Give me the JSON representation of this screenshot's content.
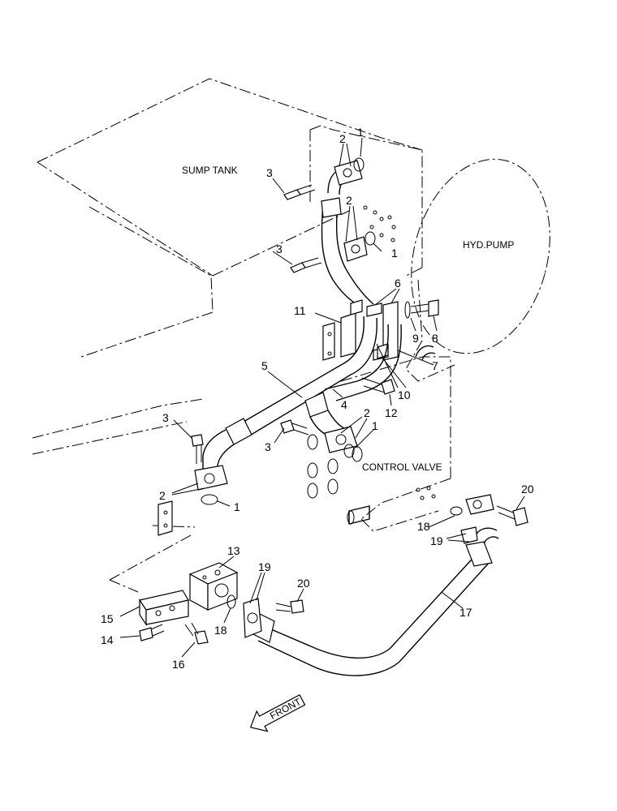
{
  "labels": {
    "sump_tank": "SUMP TANK",
    "hyd_pump": "HYD.PUMP",
    "control_valve": "CONTROL VALVE",
    "front": "FRONT"
  },
  "callouts": [
    {
      "id": "c1a",
      "text": "1"
    },
    {
      "id": "c2a",
      "text": "2"
    },
    {
      "id": "c3a",
      "text": "3"
    },
    {
      "id": "c2b",
      "text": "2"
    },
    {
      "id": "c3b",
      "text": "3"
    },
    {
      "id": "c1b",
      "text": "1"
    },
    {
      "id": "c6",
      "text": "6"
    },
    {
      "id": "c11",
      "text": "11"
    },
    {
      "id": "c9",
      "text": "9"
    },
    {
      "id": "c8",
      "text": "8"
    },
    {
      "id": "c7",
      "text": "7"
    },
    {
      "id": "c5",
      "text": "5"
    },
    {
      "id": "c10",
      "text": "10"
    },
    {
      "id": "c4",
      "text": "4"
    },
    {
      "id": "c12",
      "text": "12"
    },
    {
      "id": "c3c",
      "text": "3"
    },
    {
      "id": "c2c",
      "text": "2"
    },
    {
      "id": "c1c",
      "text": "1"
    },
    {
      "id": "c3d",
      "text": "3"
    },
    {
      "id": "c2d",
      "text": "2"
    },
    {
      "id": "c1d",
      "text": "1"
    },
    {
      "id": "c20a",
      "text": "20"
    },
    {
      "id": "c18a",
      "text": "18"
    },
    {
      "id": "c19a",
      "text": "19"
    },
    {
      "id": "c13",
      "text": "13"
    },
    {
      "id": "c19b",
      "text": "19"
    },
    {
      "id": "c20b",
      "text": "20"
    },
    {
      "id": "c15",
      "text": "15"
    },
    {
      "id": "c18b",
      "text": "18"
    },
    {
      "id": "c17",
      "text": "17"
    },
    {
      "id": "c14",
      "text": "14"
    },
    {
      "id": "c16",
      "text": "16"
    }
  ]
}
